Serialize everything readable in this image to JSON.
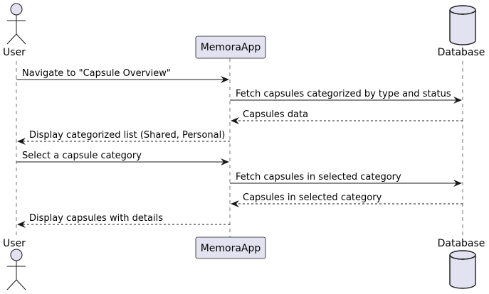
{
  "participants": [
    {
      "id": "user",
      "name": "User",
      "kind": "actor"
    },
    {
      "id": "app",
      "name": "MemoraApp",
      "kind": "participant"
    },
    {
      "id": "db",
      "name": "Database",
      "kind": "database"
    }
  ],
  "messages": [
    {
      "text": "Navigate to \"Capsule Overview\"",
      "from": "user",
      "to": "app",
      "style": "solid"
    },
    {
      "text": "Fetch capsules categorized by type and status",
      "from": "app",
      "to": "db",
      "style": "solid"
    },
    {
      "text": "Capsules data",
      "from": "db",
      "to": "app",
      "style": "dashed"
    },
    {
      "text": "Display categorized list (Shared, Personal)",
      "from": "app",
      "to": "user",
      "style": "dashed"
    },
    {
      "text": "Select a capsule category",
      "from": "user",
      "to": "app",
      "style": "solid"
    },
    {
      "text": "Fetch capsules in selected category",
      "from": "app",
      "to": "db",
      "style": "solid"
    },
    {
      "text": "Capsules in selected category",
      "from": "db",
      "to": "app",
      "style": "dashed"
    },
    {
      "text": "Display capsules with details",
      "from": "app",
      "to": "user",
      "style": "dashed"
    }
  ],
  "colors": {
    "participant_fill": "#E2E2F0",
    "participant_stroke": "#181818",
    "lifeline": "#181818",
    "arrow": "#181818"
  }
}
